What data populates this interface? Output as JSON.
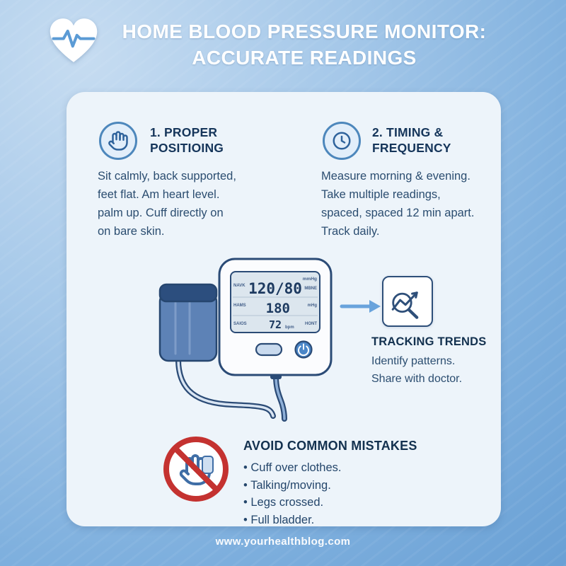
{
  "header": {
    "title_line1": "HOME BLOOD PRESSURE MONITOR:",
    "title_line2": "ACCURATE READINGS"
  },
  "tips": [
    {
      "icon": "hand-icon",
      "number_heading": "1. PROPER\nPOSITIOING",
      "body": "Sit calmly, back supported,\nfeet flat. Am heart level.\npalm up. Cuff directly on\non bare skin."
    },
    {
      "icon": "clock-icon",
      "number_heading": "2. TIMING &\nFREQUENCY",
      "body": "Measure morning & evening.\nTake multiple readings,\nspaced, spaced 12 min apart.\nTrack daily."
    }
  ],
  "monitor": {
    "screen": {
      "unit_top": "mmHg",
      "reading_sys_dia": "120/80",
      "reading_secondary": "180",
      "pulse": "72",
      "pulse_unit": "bpm",
      "left_labels": [
        "NAVK",
        "HAMS",
        "SAIOS"
      ],
      "right_labels": [
        "MBNE",
        "mHg",
        "HONT"
      ]
    }
  },
  "trends": {
    "icon": "magnifier-chart-icon",
    "heading": "TRACKING TRENDS",
    "body": "Identify patterns.\nShare with doctor."
  },
  "mistakes": {
    "icon": "no-symbol-icon",
    "heading": "AVOID COMMON MISTAKES",
    "items": [
      "• Cuff over clothes.",
      "• Talking/moving.",
      "• Legs crossed.",
      "• Full bladder."
    ]
  },
  "footer": {
    "url": "www.yourhealthblog.com"
  },
  "colors": {
    "background_top": "#c6dcf1",
    "background_bottom": "#659dd3",
    "card": "#edf4fa",
    "title": "#ffffff",
    "heading": "#13314f",
    "body_text": "#2b4d70",
    "accent_blue": "#4d87bc",
    "device_outline": "#2b4b76",
    "cuff_blue": "#5d82b6",
    "alert_red": "#c43230"
  }
}
